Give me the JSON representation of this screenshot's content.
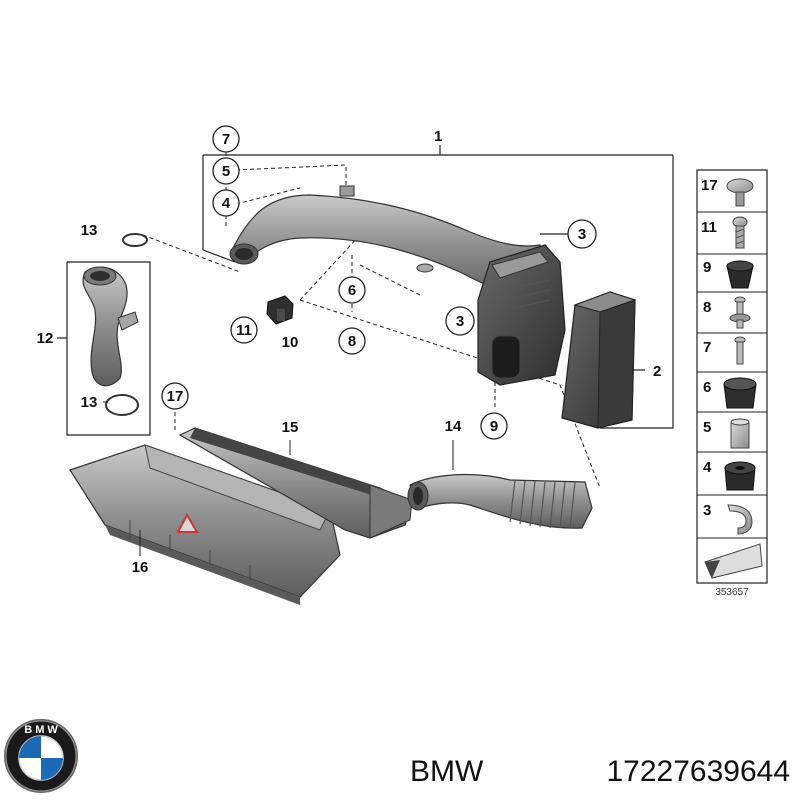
{
  "callouts": {
    "c1": "1",
    "c2": "2",
    "c3a": "3",
    "c3b": "3",
    "c4": "4",
    "c5": "5",
    "c6": "6",
    "c7": "7",
    "c8": "8",
    "c9": "9",
    "c10": "10",
    "c11": "11",
    "c12": "12",
    "c13a": "13",
    "c13b": "13",
    "c14": "14",
    "c15": "15",
    "c16": "16",
    "c17": "17"
  },
  "legend": {
    "items": [
      "17",
      "11",
      "9",
      "8",
      "7",
      "6",
      "5",
      "4",
      "3"
    ],
    "reference": "353657"
  },
  "caption": {
    "brand": "BMW",
    "part_number": "17227639644"
  }
}
